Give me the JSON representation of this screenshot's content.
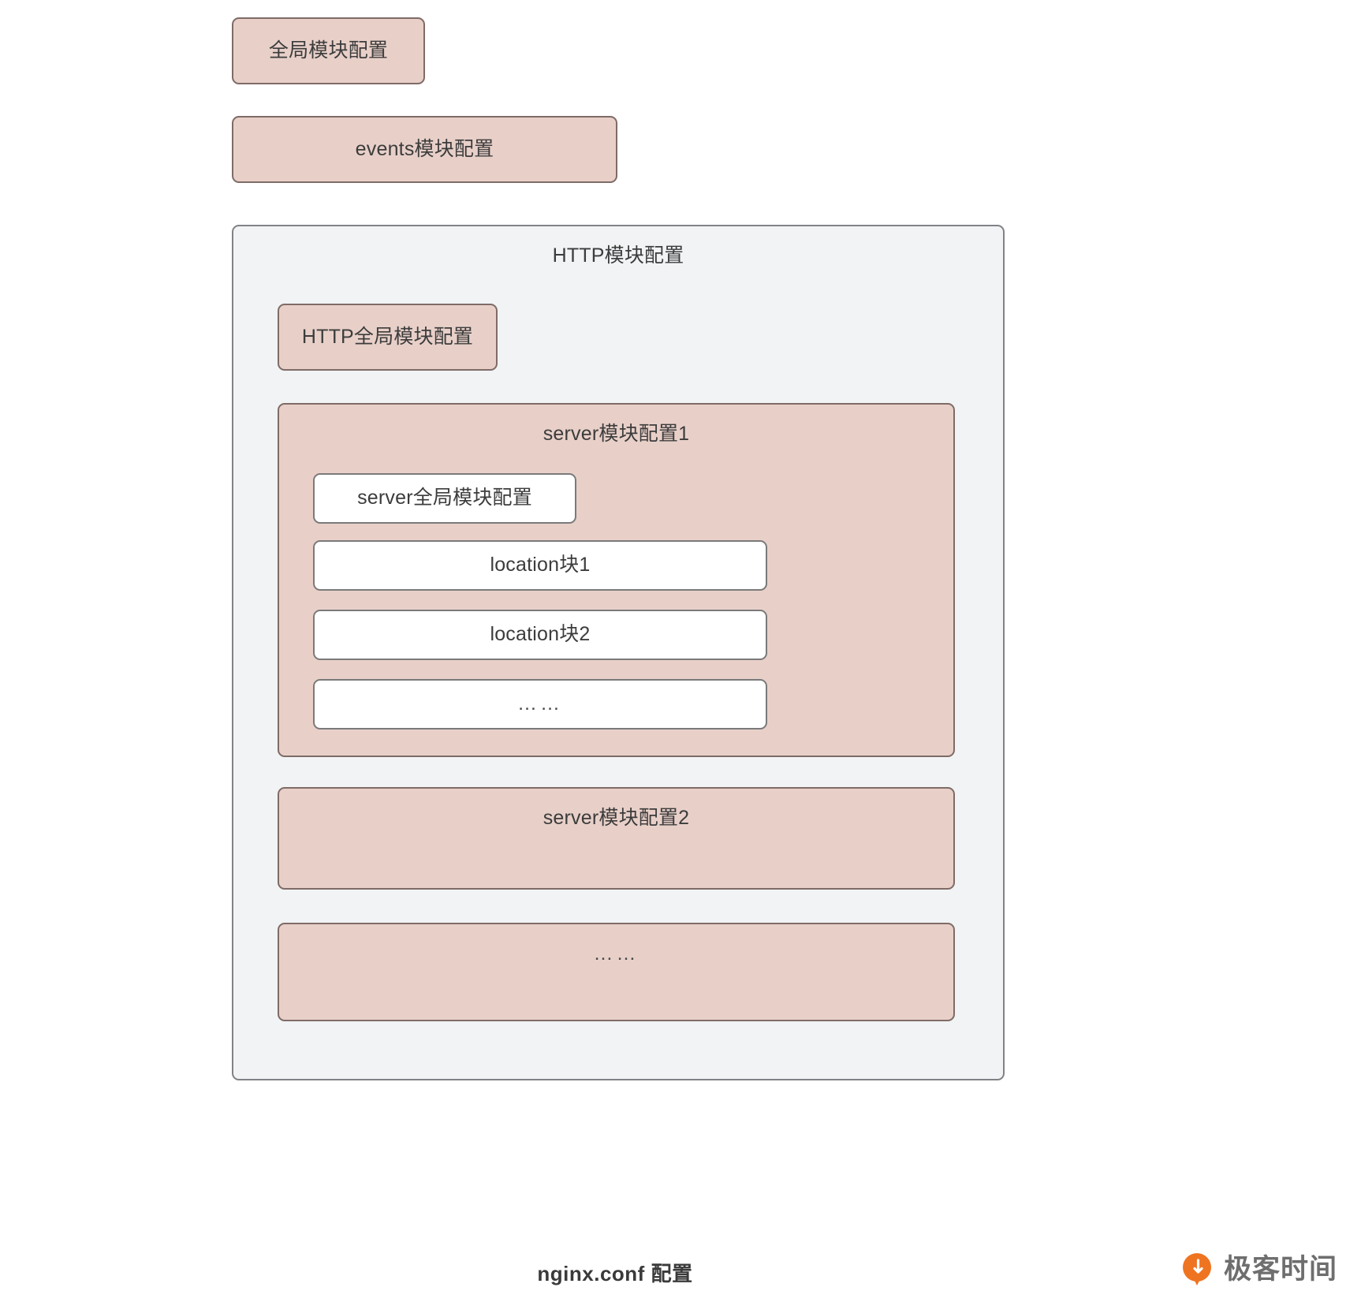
{
  "diagram": {
    "caption": "nginx.conf 配置",
    "colors": {
      "pink_fill": "#e8d0c9",
      "pink_border": "#7f6b66",
      "gray_fill": "#f1f3f5",
      "gray_border": "#808286",
      "white_fill": "#ffffff",
      "white_border": "#7a7a7a",
      "text": "#3c3c3c",
      "brand_orange": "#ef7421"
    },
    "blocks": {
      "global_module": "全局模块配置",
      "events_module": "events模块配置",
      "http_module": "HTTP模块配置",
      "http_global_module": "HTTP全局模块配置",
      "server_module_1": "server模块配置1",
      "server_global_module": "server全局模块配置",
      "location_block_1": "location块1",
      "location_block_2": "location块2",
      "server_more": "……",
      "server_module_2": "server模块配置2",
      "http_more": "……"
    }
  },
  "brand": {
    "name": "极客时间",
    "mark": "geektime-logo-icon"
  }
}
